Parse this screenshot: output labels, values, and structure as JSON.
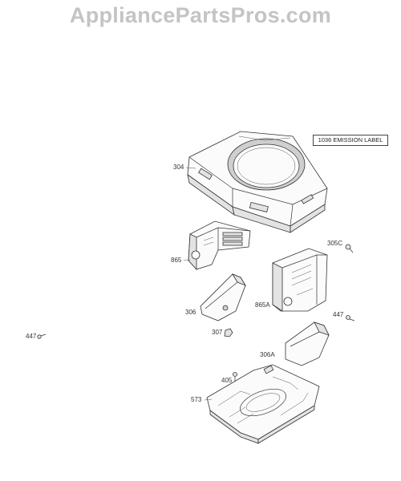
{
  "watermark": {
    "text": "AppliancePartsPros.com"
  },
  "emission_label": {
    "text": "1036 EMISSION LABEL"
  },
  "callouts": {
    "c304": "304",
    "c865": "865",
    "c305c": "305C",
    "c865a": "865A",
    "c306": "306",
    "c447_right": "447",
    "c447_left": "447",
    "c307": "307",
    "c306a": "306A",
    "c405": "405",
    "c573": "573"
  }
}
